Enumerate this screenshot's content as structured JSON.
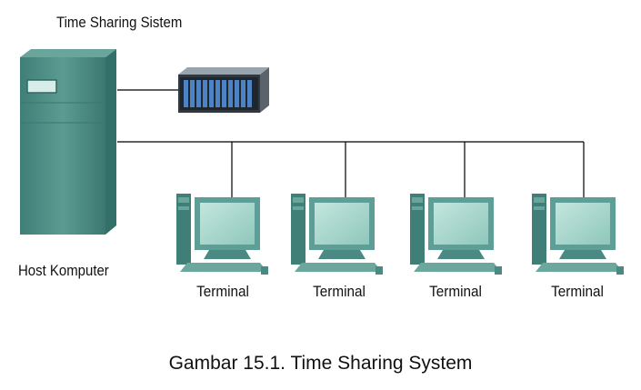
{
  "diagram": {
    "title": "Time Sharing Sistem",
    "host_label": "Host Komputer",
    "terminals": [
      {
        "label": "Terminal"
      },
      {
        "label": "Terminal"
      },
      {
        "label": "Terminal"
      },
      {
        "label": "Terminal"
      }
    ],
    "caption": "Gambar 15.1. Time Sharing System"
  },
  "colors": {
    "tower": "#4f8f87",
    "monitor": "#5d9e96",
    "screen": "#a7d6cc",
    "line": "#000000"
  },
  "icons": [
    "server-tower-icon",
    "storage-array-icon",
    "terminal-computer-icon"
  ]
}
